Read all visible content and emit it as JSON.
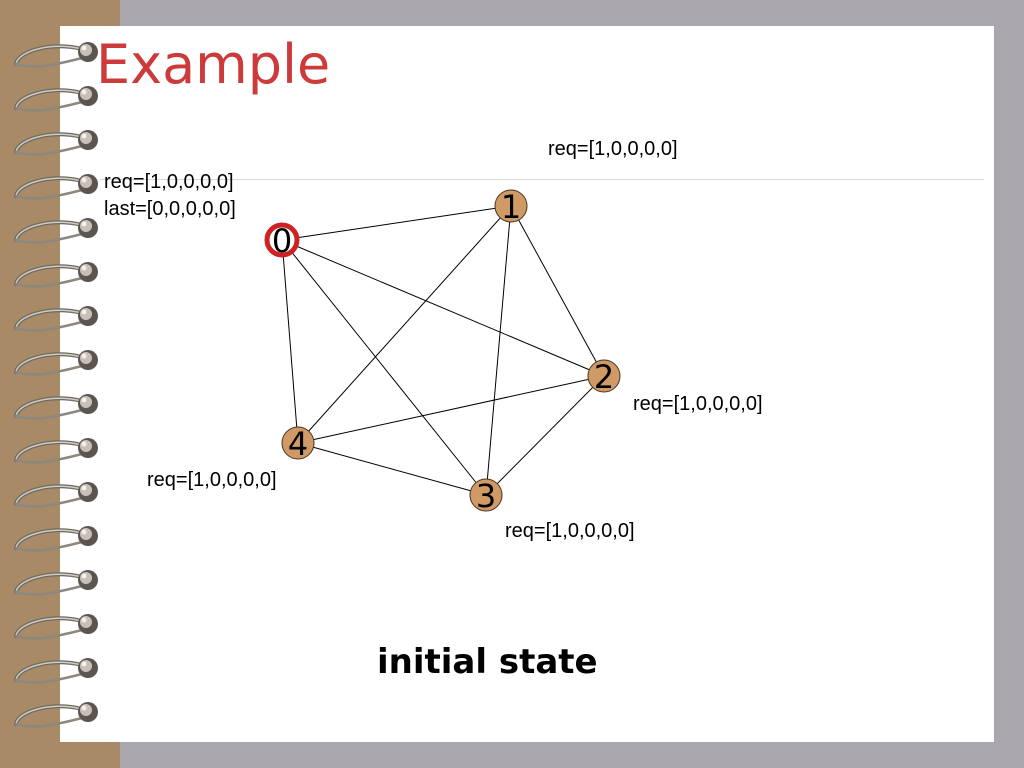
{
  "slide": {
    "title": "Example",
    "caption": "initial state"
  },
  "colors": {
    "title": "#cc3a3a",
    "node_fill": "#cf9a66",
    "initiator_ring": "#cc2222",
    "binding": "#a88a66"
  },
  "graph": {
    "nodes": [
      {
        "id": "0",
        "req": "req=[1,0,0,0,0]",
        "last": "last=[0,0,0,0,0]",
        "initiator": true
      },
      {
        "id": "1",
        "req": "req=[1,0,0,0,0]"
      },
      {
        "id": "2",
        "req": "req=[1,0,0,0,0]"
      },
      {
        "id": "3",
        "req": "req=[1,0,0,0,0]"
      },
      {
        "id": "4",
        "req": "req=[1,0,0,0,0]"
      }
    ],
    "edges": [
      [
        "0",
        "1"
      ],
      [
        "0",
        "2"
      ],
      [
        "0",
        "3"
      ],
      [
        "0",
        "4"
      ],
      [
        "1",
        "2"
      ],
      [
        "1",
        "3"
      ],
      [
        "1",
        "4"
      ],
      [
        "2",
        "3"
      ],
      [
        "2",
        "4"
      ],
      [
        "3",
        "4"
      ]
    ]
  }
}
